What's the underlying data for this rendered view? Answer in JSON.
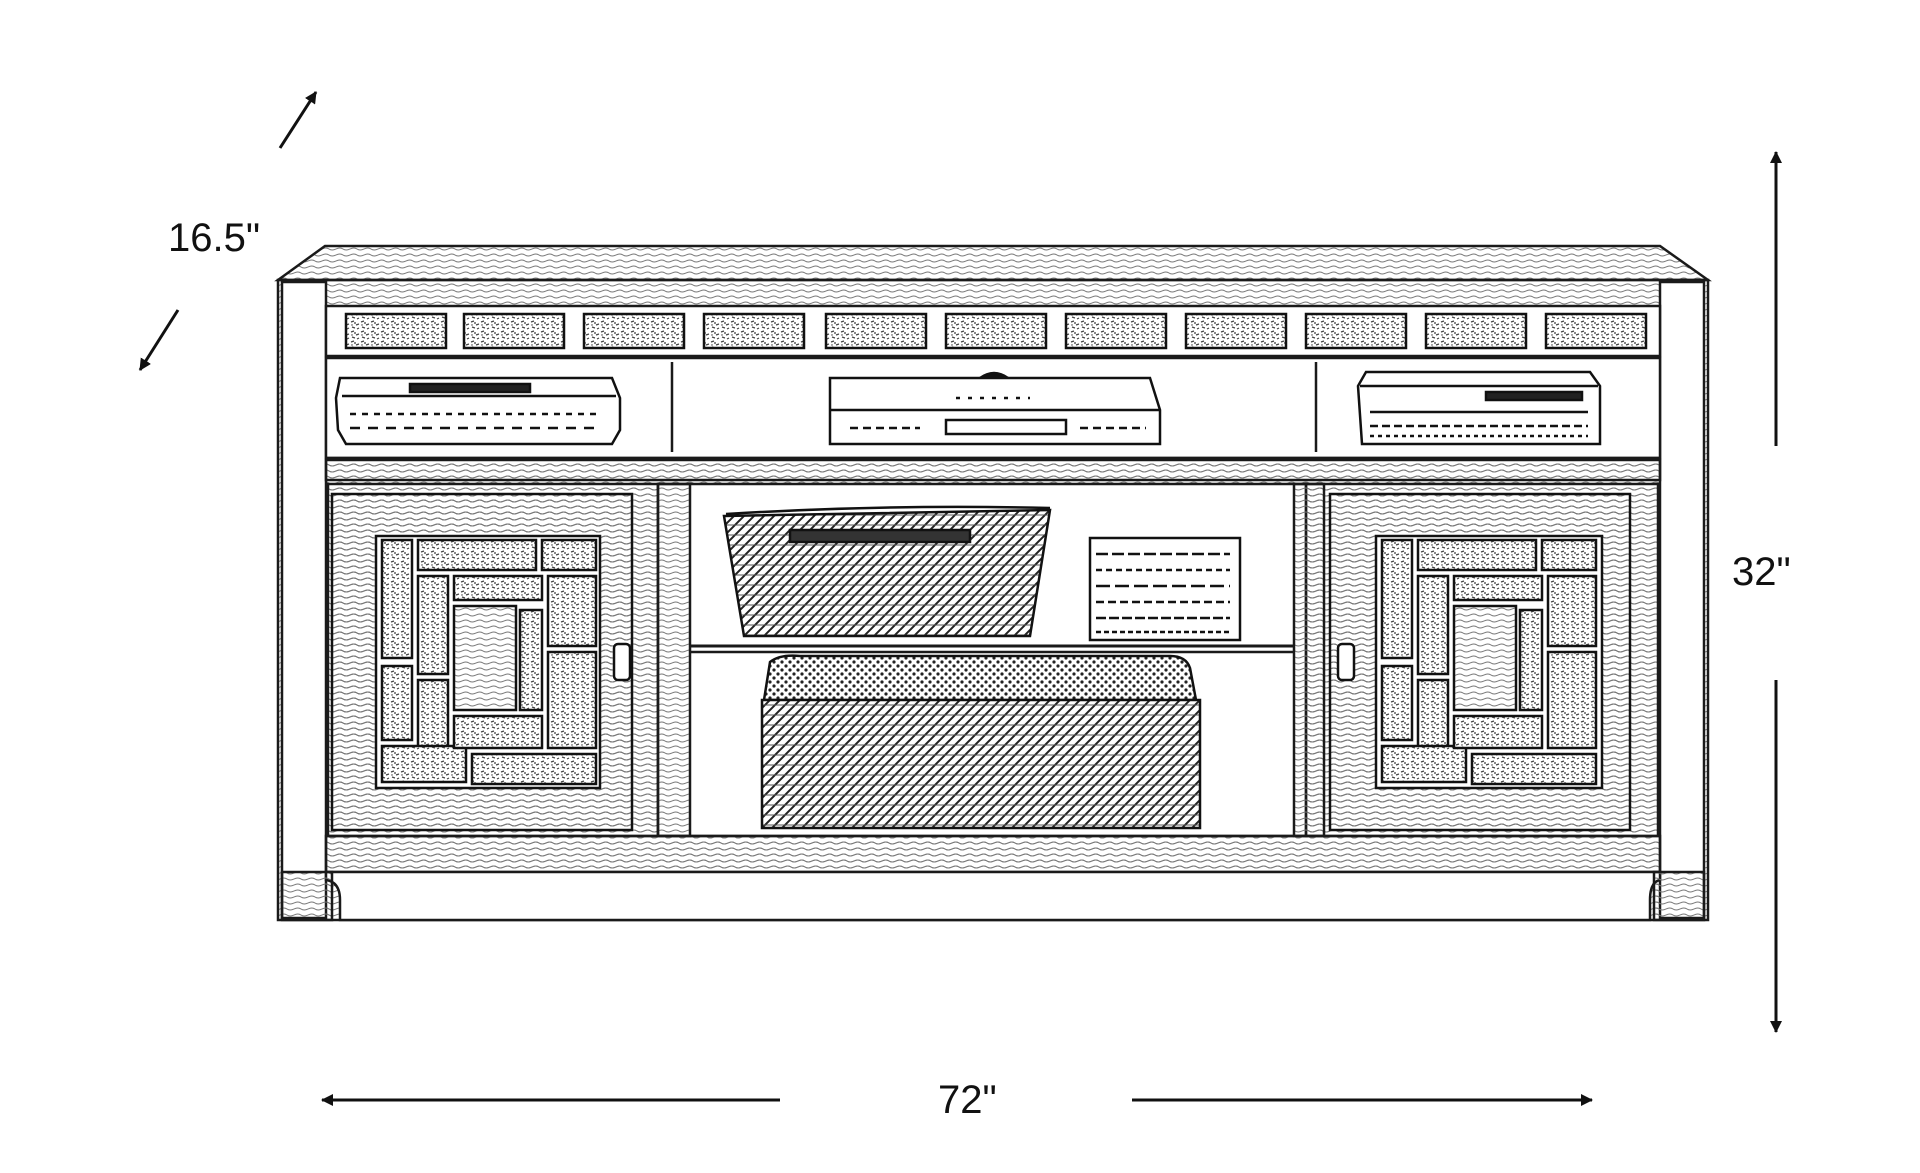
{
  "dimensions": {
    "depth": "16.5\"",
    "height": "32\"",
    "width": "72\""
  },
  "colors": {
    "line": "#1a1a1a",
    "texture": "#6a6a6a",
    "background": "#ffffff"
  },
  "icons": {
    "depth_arrows": "diagonal-double-arrow",
    "height_arrows": "vertical-double-arrow",
    "width_arrows": "horizontal-double-arrow"
  }
}
